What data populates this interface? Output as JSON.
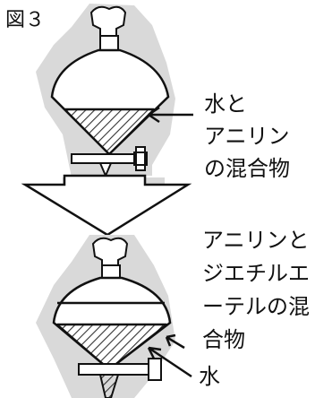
{
  "figure": {
    "label": "図３",
    "top_funnel_label": [
      "水と",
      "アニリン",
      "の混合物"
    ],
    "bottom_funnel_label": [
      "アニリンと",
      "ジエチルエ",
      "ーテルの混",
      "合物"
    ],
    "water_label": "水"
  },
  "colors": {
    "ink": "#111111",
    "halo": "#d9d9d9",
    "hatch": "#333333",
    "background": "#ffffff"
  }
}
